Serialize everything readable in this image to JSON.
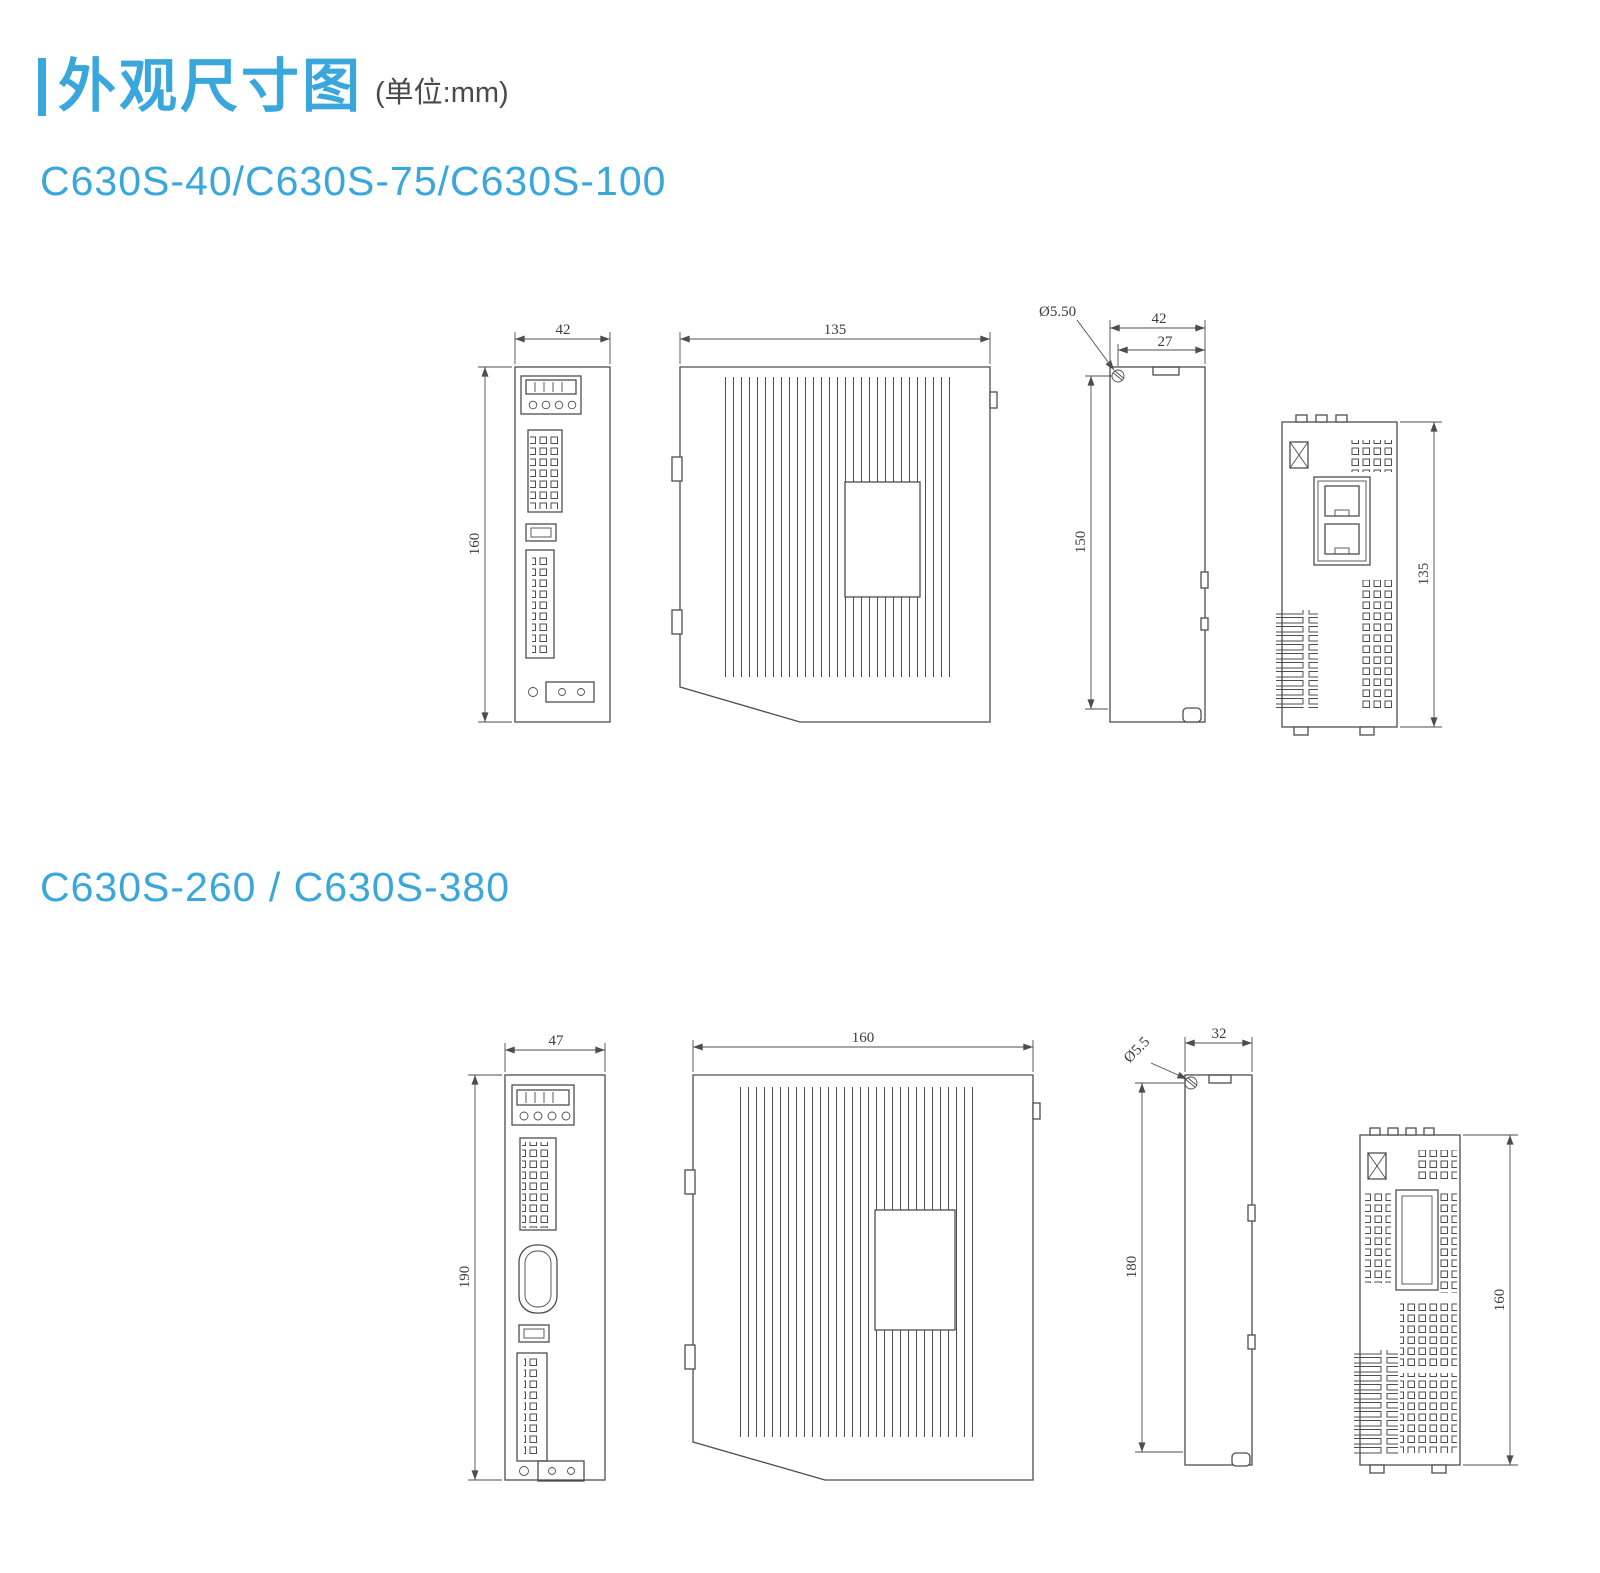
{
  "colors": {
    "accent": "#3aa7dc",
    "line": "#4d4d4d"
  },
  "page": {
    "title": "外观尺寸图",
    "unit_label": "(单位:mm)"
  },
  "section1": {
    "heading": "C630S-40/C630S-75/C630S-100",
    "front": {
      "width": "42",
      "height": "160"
    },
    "side": {
      "width": "135"
    },
    "rear": {
      "hole_diameter": "Ø5.50",
      "hole_offset": "27",
      "width": "42",
      "hole_spacing": "150"
    },
    "profile": {
      "height": "135"
    }
  },
  "section2": {
    "heading": "C630S-260 / C630S-380",
    "front": {
      "width": "47",
      "height": "190"
    },
    "side": {
      "width": "160"
    },
    "rear": {
      "hole_diameter": "Ø5.5",
      "width": "32",
      "hole_spacing": "180"
    },
    "profile": {
      "height": "160"
    }
  }
}
